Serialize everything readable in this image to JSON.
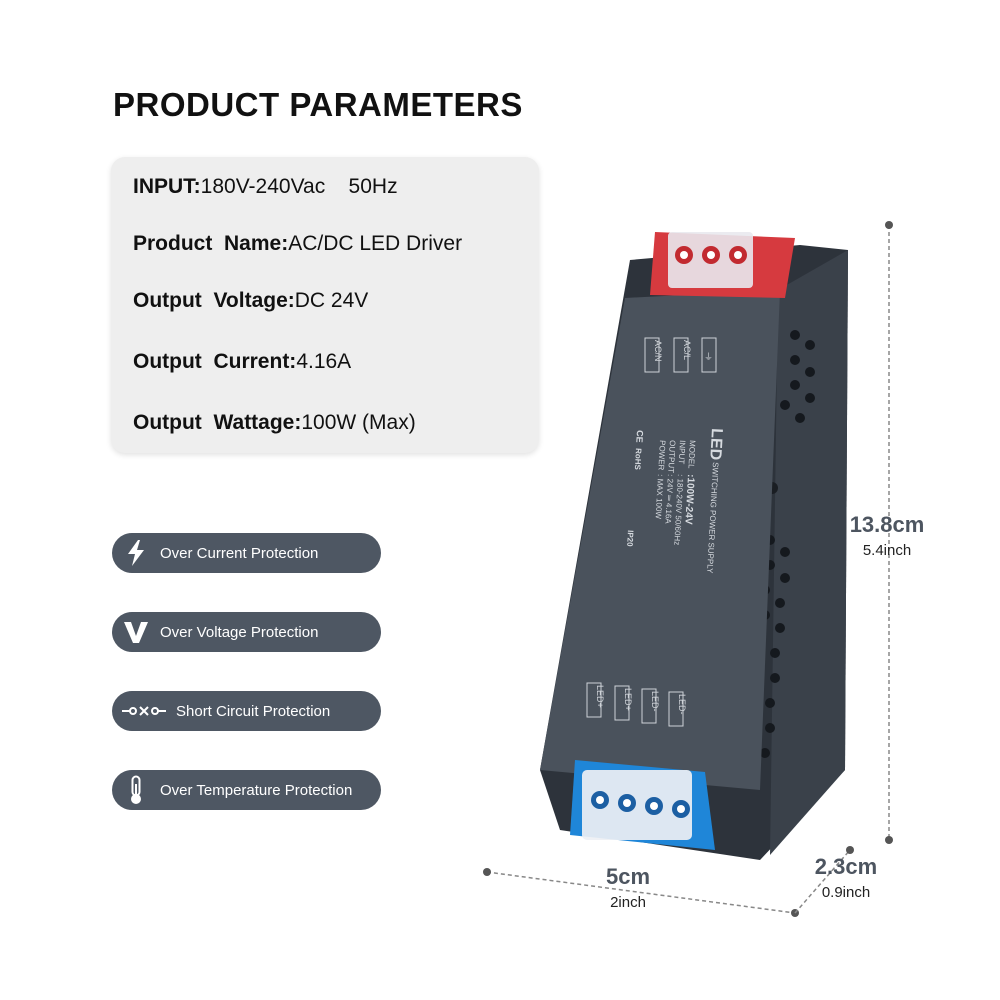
{
  "title": "PRODUCT PARAMETERS",
  "params": [
    {
      "key": "INPUT:",
      "value": "180V-240Vac    50Hz"
    },
    {
      "key": "Product  Name:",
      "value": "AC/DC LED Driver"
    },
    {
      "key": "Output  Voltage:",
      "value": "DC 24V"
    },
    {
      "key": "Output  Current:",
      "value": "4.16A"
    },
    {
      "key": "Output  Wattage:",
      "value": "100W (Max)"
    }
  ],
  "features": [
    {
      "icon": "lightning-icon",
      "label": "Over Current Protection"
    },
    {
      "icon": "voltage-v-icon",
      "label": "Over Voltage Protection"
    },
    {
      "icon": "short-circuit-icon",
      "label": "Short Circuit Protection"
    },
    {
      "icon": "thermometer-icon",
      "label": "Over Temperature Protection"
    }
  ],
  "dimensions": {
    "height": {
      "metric": "13.8cm",
      "imperial": "5.4inch"
    },
    "width": {
      "metric": "5cm",
      "imperial": "2inch"
    },
    "depth": {
      "metric": "2.3cm",
      "imperial": "0.9inch"
    }
  },
  "device_label": {
    "brand": "LED",
    "subtitle": "SWITCHING  POWER  SUPPLY",
    "model_key": "MODEL",
    "model_value": ":100W-24V",
    "input_key": "INPUT",
    "input_value": ": 180-240V 50/60Hz",
    "output_key": "OUTPUT",
    "output_value": ": 24V ═ 4.16A",
    "power_key": "POWER",
    "power_value": ": MAX 100W",
    "cert_ce": "CE",
    "cert_rohs": "RoHS",
    "cert_ip": "IP20",
    "input_terminals": [
      "AC/N",
      "AC/L",
      "⏚"
    ],
    "output_terminals": [
      "LED+",
      "LED+",
      "LED-",
      "LED-"
    ]
  },
  "colors": {
    "panel_bg": "#eeeeee",
    "pill_bg": "#4e5763",
    "dimension_text": "#4d5560",
    "housing": "#3f4650",
    "input_connector": "#d63a3f",
    "output_connector": "#1f86d8"
  }
}
